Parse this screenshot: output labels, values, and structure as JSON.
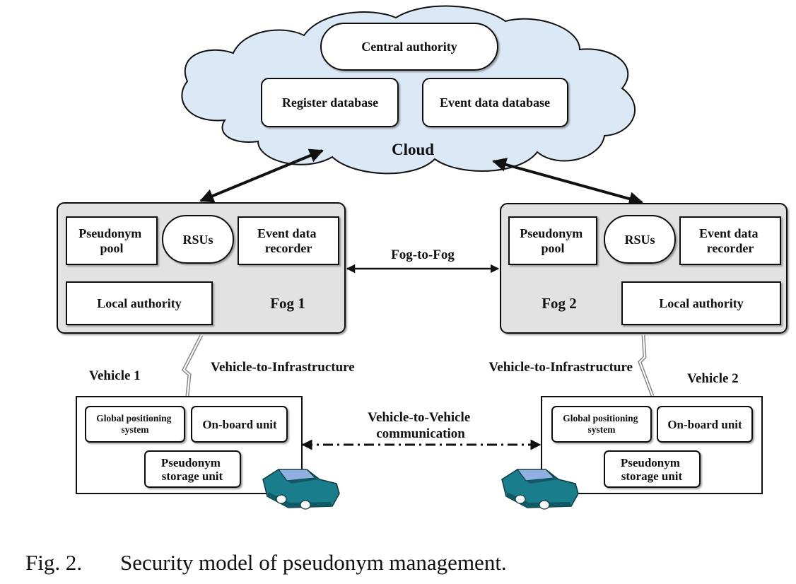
{
  "cloud": {
    "label": "Cloud",
    "central_authority": "Central authority",
    "register_db": "Register database",
    "event_db": "Event data database"
  },
  "fog1": {
    "label": "Fog 1",
    "pseudonym_pool": [
      "Pseudonym",
      "pool"
    ],
    "rsus": "RSUs",
    "event_recorder": [
      "Event data",
      "recorder"
    ],
    "local_authority": "Local authority"
  },
  "fog2": {
    "label": "Fog 2",
    "pseudonym_pool": [
      "Pseudonym",
      "pool"
    ],
    "rsus": "RSUs",
    "event_recorder": [
      "Event data",
      "recorder"
    ],
    "local_authority": "Local authority"
  },
  "links": {
    "fog_to_fog": "Fog-to-Fog",
    "v2i_left": "Vehicle-to-Infrastructure",
    "v2i_right": "Vehicle-to-Infrastructure",
    "v2v": [
      "Vehicle-to-Vehicle",
      "communication"
    ]
  },
  "vehicle1": {
    "label": "Vehicle 1",
    "gps": [
      "Global positioning",
      "system"
    ],
    "obu": "On-board unit",
    "storage": [
      "Pseudonym",
      "storage unit"
    ]
  },
  "vehicle2": {
    "label": "Vehicle 2",
    "gps": [
      "Global positioning",
      "system"
    ],
    "obu": "On-board unit",
    "storage": [
      "Pseudonym",
      "storage unit"
    ]
  },
  "caption": {
    "number": "Fig. 2.",
    "text": "Security model of pseudonym management."
  },
  "colors": {
    "cloud_fill": "#dbe9f6",
    "fog_fill": "#e2e2e2",
    "car_body": "#1a7d8c",
    "car_window": "#8fb0e0"
  }
}
